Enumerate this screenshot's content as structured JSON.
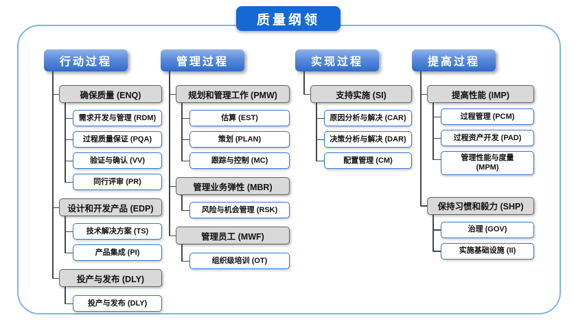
{
  "title": "质量纲领",
  "colors": {
    "title_blue": "#1568d6",
    "header_gradient_top": "#8db2ea",
    "header_gradient_bottom": "#2f6bc8",
    "frame_blue": "#7db3e8",
    "group_gray": "#d9d9d9",
    "child_border_blue": "#2e72d2",
    "connector_gray": "#454545"
  },
  "columns": [
    {
      "header": "行动过程",
      "groups": [
        {
          "label": "确保质量 (ENQ)",
          "children": [
            "需求开发与管理 (RDM)",
            "过程质量保证 (PQA)",
            "验证与确认 (VV)",
            "同行评审 (PR)"
          ]
        },
        {
          "label": "设计和开发产品 (EDP)",
          "children": [
            "技术解决方案 (TS)",
            "产品集成 (PI)"
          ]
        },
        {
          "label": "投产与发布 (DLY)",
          "children": [
            "投产与发布 (DLY)"
          ]
        }
      ]
    },
    {
      "header": "管理过程",
      "groups": [
        {
          "label": "规划和管理工作 (PMW)",
          "children": [
            "估算 (EST)",
            "策划 (PLAN)",
            "跟踪与控制 (MC)"
          ]
        },
        {
          "label": "管理业务弹性 (MBR)",
          "children": [
            "风险与机会管理 (RSK)"
          ]
        },
        {
          "label": "管理员工 (MWF)",
          "children": [
            "组织级培训 (OT)"
          ]
        }
      ]
    },
    {
      "header": "实现过程",
      "groups": [
        {
          "label": "支持实施 (SI)",
          "children": [
            "原因分析与解决 (CAR)",
            "决策分析与解决 (DAR)",
            "配置管理 (CM)"
          ]
        }
      ]
    },
    {
      "header": "提高过程",
      "groups": [
        {
          "label": "提高性能 (IMP)",
          "children": [
            "过程管理 (PCM)",
            "过程资产开发 (PAD)",
            "管理性能与度量 (MPM)"
          ]
        },
        {
          "label": "保持习惯和毅力 (SHP)",
          "children": [
            "治理 (GOV)",
            "实施基础设施 (II)"
          ]
        }
      ]
    }
  ]
}
